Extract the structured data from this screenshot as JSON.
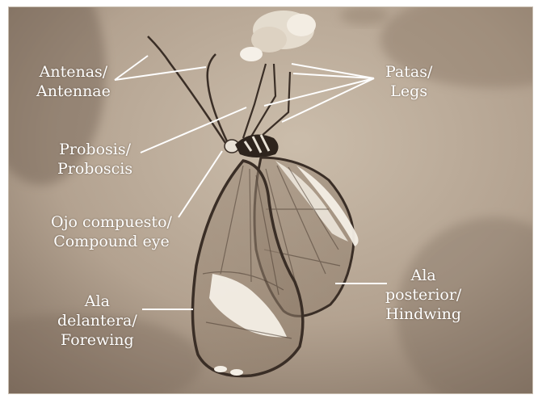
{
  "labels": {
    "antennae": {
      "es": "Antenas/",
      "en": "Antennae"
    },
    "legs": {
      "es": "Patas/",
      "en": "Legs"
    },
    "proboscis": {
      "es": "Probosis/",
      "en": "Proboscis"
    },
    "compound_eye": {
      "es": "Ojo compuesto/",
      "en": "Compound eye"
    },
    "forewing": {
      "l1": "Ala",
      "l2": "delantera/",
      "l3": "Forewing"
    },
    "hindwing": {
      "l1": "Ala",
      "l2": "posterior/",
      "l3": "Hindwing"
    }
  },
  "colors": {
    "background_light": "#c2b3a1",
    "background_dark": "#6e5f52",
    "label_text": "#ffffff",
    "leader_line": "#ffffff"
  }
}
